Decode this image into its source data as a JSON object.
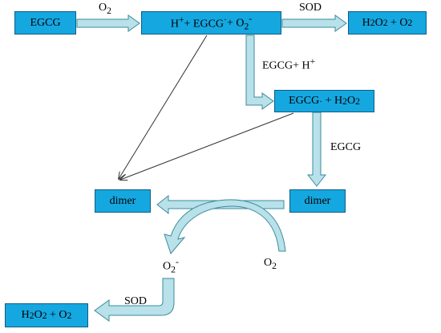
{
  "colors": {
    "box_fill": "#15a7e0",
    "box_border": "#0f5e82",
    "arrow_fill": "#b8e1ea",
    "arrow_stroke": "#3d8b9c"
  },
  "nodes": {
    "egcg": {
      "text": "EGCG"
    },
    "radical_mix": {
      "h": "H",
      "h_sup": "+",
      "egcg": " + EGCG",
      "egcg_sup": "·",
      "o2": " + O",
      "o2_sub": "2",
      "o2_sup": "-"
    },
    "h2o2_o2_top": {
      "h": "H",
      "h_sub": "2",
      "o": "O",
      "o_sub": "2",
      "plus": " + O",
      "o2_sub": "2"
    },
    "egcg_h2o2": {
      "egcg": "EGCG",
      "egcg_sup": "·",
      "plus": " + H",
      "h_sub": "2",
      "o": "O",
      "o_sub": "2"
    },
    "dimer_right": {
      "text": "dimer"
    },
    "dimer_left": {
      "text": "dimer"
    },
    "h2o2_o2_bottom": {
      "h": "H",
      "h_sub": "2",
      "o": "O",
      "o_sub": "2",
      "plus": " + O",
      "o2_sub": "2"
    }
  },
  "labels": {
    "o2_top": {
      "o": "O",
      "sub": "2"
    },
    "sod_top": {
      "text": "SOD"
    },
    "egcg_h": {
      "text": "EGCG+ H",
      "sup": "+"
    },
    "egcg_mid": {
      "text": "EGCG"
    },
    "superoxide": {
      "o": "O",
      "sub": "2",
      "sup": "-"
    },
    "o2_right": {
      "o": "O",
      "sub": "2"
    },
    "sod_bottom": {
      "text": "SOD"
    }
  }
}
